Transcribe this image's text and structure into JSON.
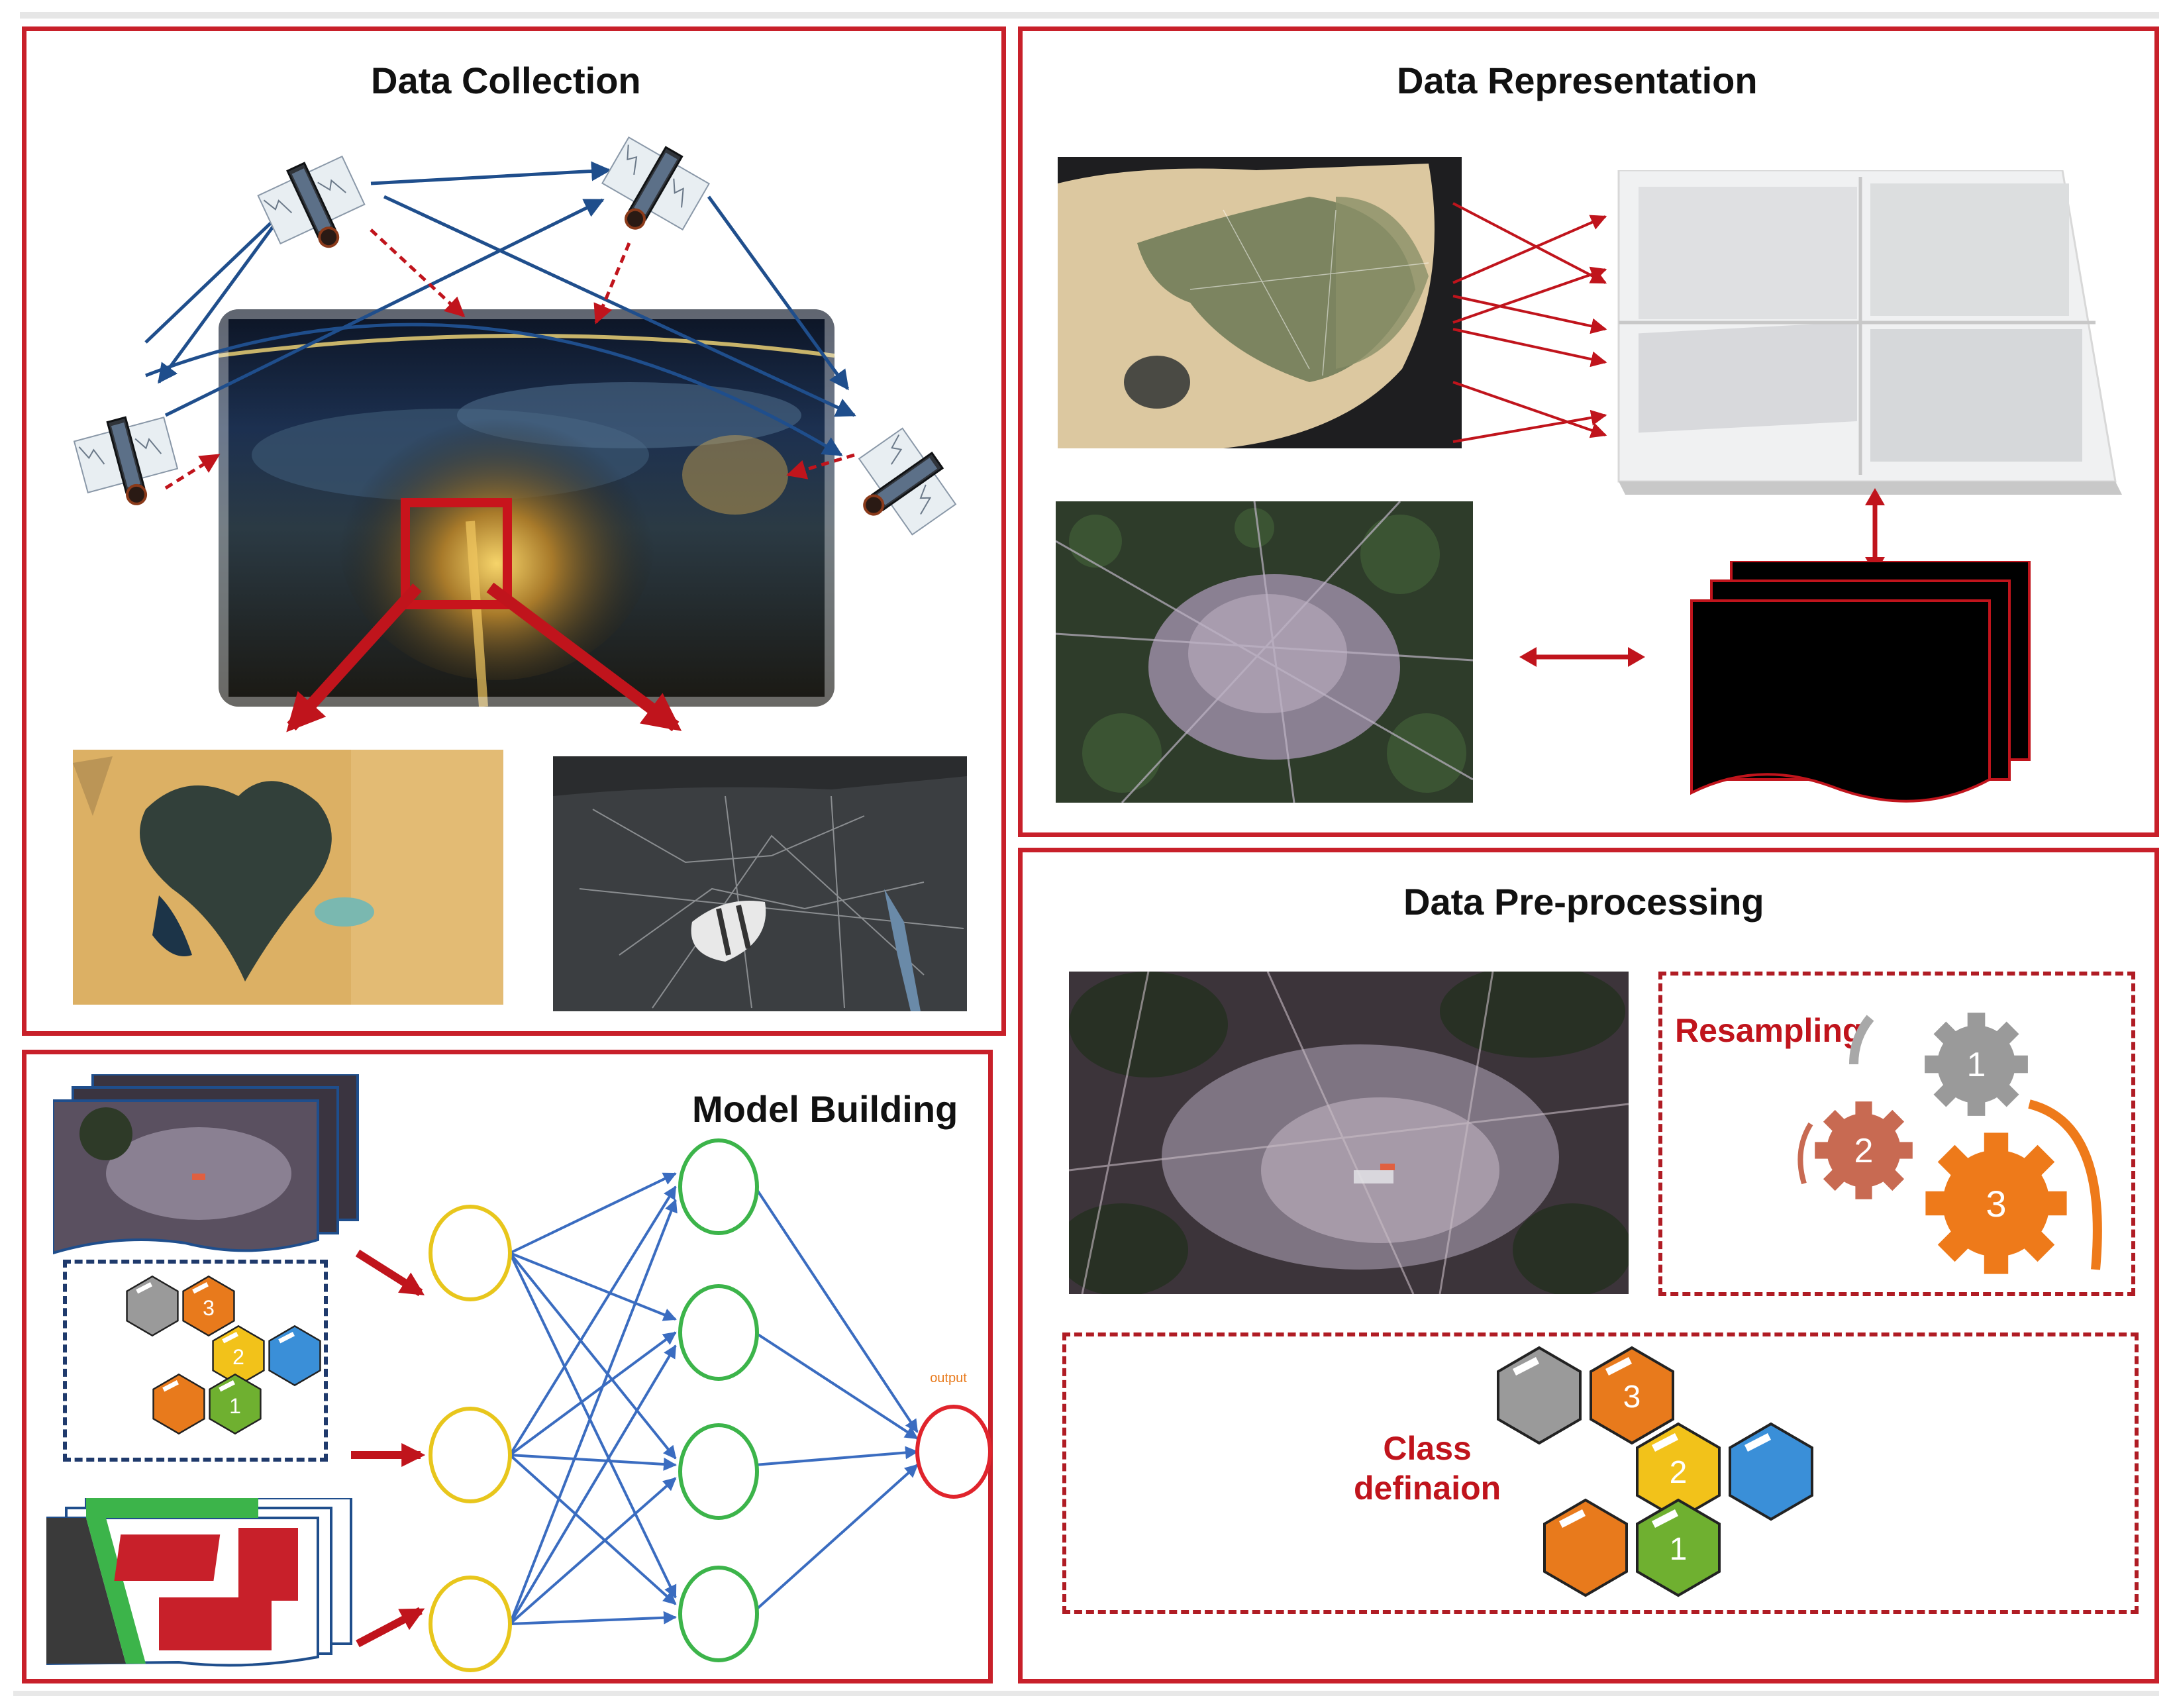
{
  "panels": {
    "collection": {
      "title": "Data Collection"
    },
    "representation": {
      "title": "Data Representation"
    },
    "preprocessing": {
      "title": "Data Pre-processing",
      "resampling_label": "Resampling",
      "class_label_line1": "Class",
      "class_label_line2": "definaion",
      "gears": [
        "1",
        "2",
        "3"
      ],
      "hex_numbers": [
        "3",
        "2",
        "1"
      ]
    },
    "model": {
      "title": "Model Building",
      "hex_numbers": [
        "3",
        "2",
        "1"
      ],
      "output_label": "output"
    }
  },
  "colors": {
    "border": "#c8202a",
    "arrow_blue": "#1f4e8c",
    "arrow_red": "#c0141c",
    "node_yellow": "#e8c61c",
    "node_green": "#3cb44a",
    "node_red": "#e0242c",
    "hex_gray": "#9a9a9a",
    "hex_orange": "#e87a1c",
    "hex_yellow": "#f2c21a",
    "hex_blue": "#3a8fd8",
    "hex_green": "#6fb030"
  }
}
